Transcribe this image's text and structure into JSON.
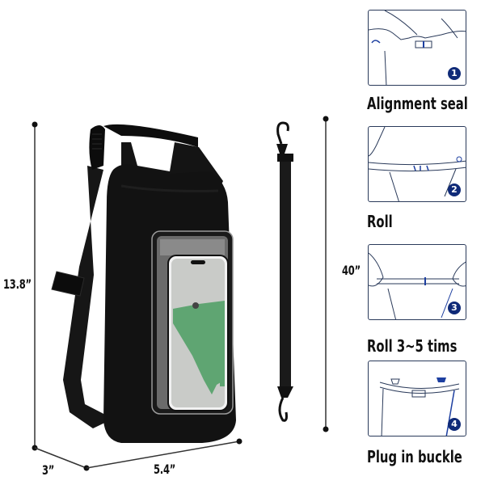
{
  "product": {
    "name": "dry-bag-with-phone-window",
    "colors": {
      "bag": "#111111",
      "strap": "#1a1a1a",
      "map_green": "#5fa572",
      "map_gray": "#c9cbc8",
      "accent_blue": "#0f2a78",
      "panel_border": "#2a3a5a"
    }
  },
  "dimensions": {
    "height": "13.8”",
    "depth": "3”",
    "width": "5.4”",
    "strap_length": "40”"
  },
  "steps": [
    {
      "number": "1",
      "caption": "Alignment seal"
    },
    {
      "number": "2",
      "caption": "Roll"
    },
    {
      "number": "3",
      "caption": "Roll 3~5 tims"
    },
    {
      "number": "4",
      "caption": "Plug in buckle"
    }
  ]
}
